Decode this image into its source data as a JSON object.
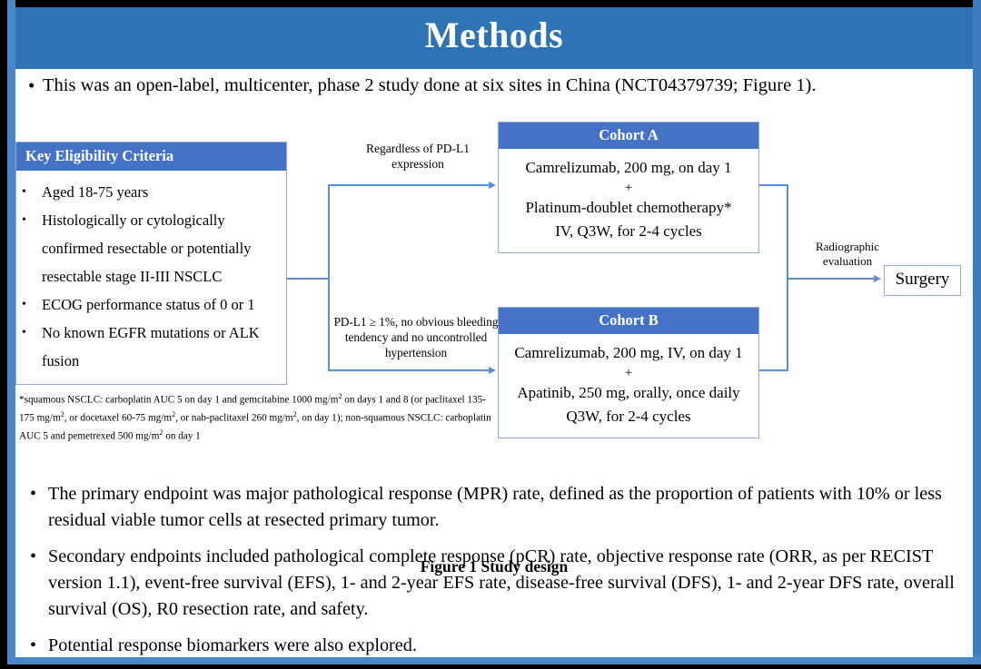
{
  "slide": {
    "title": "Methods",
    "accent_header": "#2e74b5",
    "accent_box": "#4472c4",
    "connector_color": "#5b8fd4",
    "border_color": "#8faadc"
  },
  "intro_bullet": {
    "marker": "•",
    "text": "This was an open-label, multicenter, phase 2 study done at six sites in China (NCT04379739; Figure 1)."
  },
  "figure": {
    "caption": "Figure 1 Study design",
    "eligibility": {
      "header": "Key  Eligibility Criteria",
      "marker": "•",
      "items": [
        "Aged 18-75 years",
        "Histologically or cytologically confirmed resectable or potentially resectable stage II-III  NSCLC",
        "ECOG performance status of 0 or 1",
        "No known EGFR mutations or ALK fusion"
      ]
    },
    "footnote": "*squamous NSCLC: carboplatin AUC 5 on day 1 and gemcitabine 1000 mg/m2 on days 1 and 8 (or paclitaxel 135-175  mg/m2, or docetaxel 60-75 mg/m2, or nab-paclitaxel 260 mg/m2, on day 1); non-squamous NSCLC: carboplatin AUC 5 and pemetrexed 500 mg/m2 on day 1",
    "arm_label_top": "Regardless  of PD-L1 expression",
    "arm_label_bottom": "PD-L1 ≥ 1%, no obvious bleeding tendency and no uncontrolled  hypertension",
    "cohort_a": {
      "header": "Cohort A",
      "line1": "Camrelizumab, 200 mg, on day 1",
      "plus": "+",
      "line2": "Platinum-doublet chemotherapy*",
      "line3": "IV, Q3W, for 2-4 cycles"
    },
    "cohort_b": {
      "header": "Cohort B",
      "line1": "Camrelizumab, 200 mg, IV, on day 1",
      "plus": "+",
      "line2": "Apatinib, 250 mg, orally, once daily",
      "line3": "Q3W, for 2-4 cycles"
    },
    "evaluation_label": "Radiographic evaluation",
    "surgery": "Surgery"
  },
  "endpoints_bullets": [
    {
      "marker": "•",
      "text": "The primary endpoint was major pathological response (MPR) rate, defined as the proportion of patients with 10% or less residual viable tumor cells at resected primary tumor."
    },
    {
      "marker": "•",
      "text": "Secondary endpoints included pathological complete response (pCR) rate, objective response rate (ORR, as per RECIST version 1.1), event-free survival (EFS), 1- and 2-year EFS rate, disease-free survival (DFS), 1- and 2-year DFS rate, overall survival (OS), R0 resection rate, and safety."
    },
    {
      "marker": "•",
      "text": "Potential response biomarkers were also explored."
    }
  ]
}
